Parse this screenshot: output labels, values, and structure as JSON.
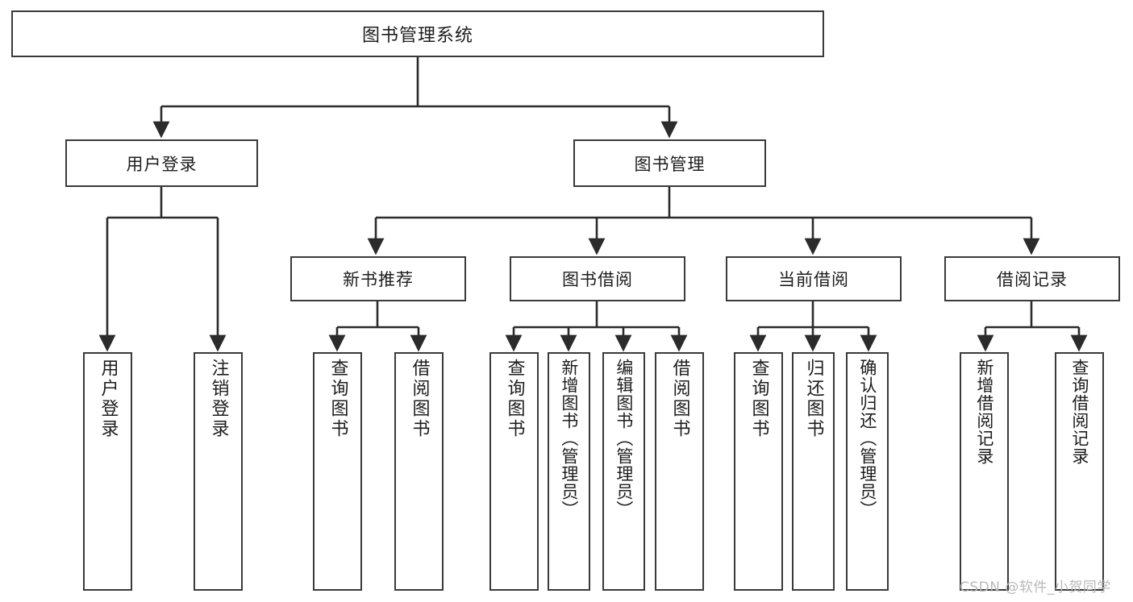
{
  "diagram": {
    "type": "tree-hierarchy",
    "title": "图书管理系统",
    "background_color": "#ffffff",
    "node_border_color": "#3a3a3a",
    "node_fill_color": "#ffffff",
    "edge_color": "#2b2b2b",
    "text_color": "#1d1d1d"
  },
  "root": {
    "label": "图书管理系统"
  },
  "level1": [
    {
      "label": "用户登录"
    },
    {
      "label": "图书管理"
    }
  ],
  "level2": [
    {
      "label": "新书推荐"
    },
    {
      "label": "图书借阅"
    },
    {
      "label": "当前借阅"
    },
    {
      "label": "借阅记录"
    }
  ],
  "leaves": {
    "user_login": [
      {
        "label": "用户登录"
      },
      {
        "label": "注销登录"
      }
    ],
    "new_book_recommend": [
      {
        "label": "查询图书"
      },
      {
        "label": "借阅图书"
      }
    ],
    "book_borrow": [
      {
        "label": "查询图书"
      },
      {
        "label": "新增图书（管理员）"
      },
      {
        "label": "编辑图书（管理员）"
      },
      {
        "label": "借阅图书"
      }
    ],
    "current_borrow": [
      {
        "label": "查询图书"
      },
      {
        "label": "归还图书"
      },
      {
        "label": "确认归还（管理员）"
      }
    ],
    "borrow_record": [
      {
        "label": "新增借阅记录"
      },
      {
        "label": "查询借阅记录"
      }
    ]
  },
  "watermark": {
    "text": "CSDN @软件_小贺同学",
    "color": "#b9b9b9"
  }
}
